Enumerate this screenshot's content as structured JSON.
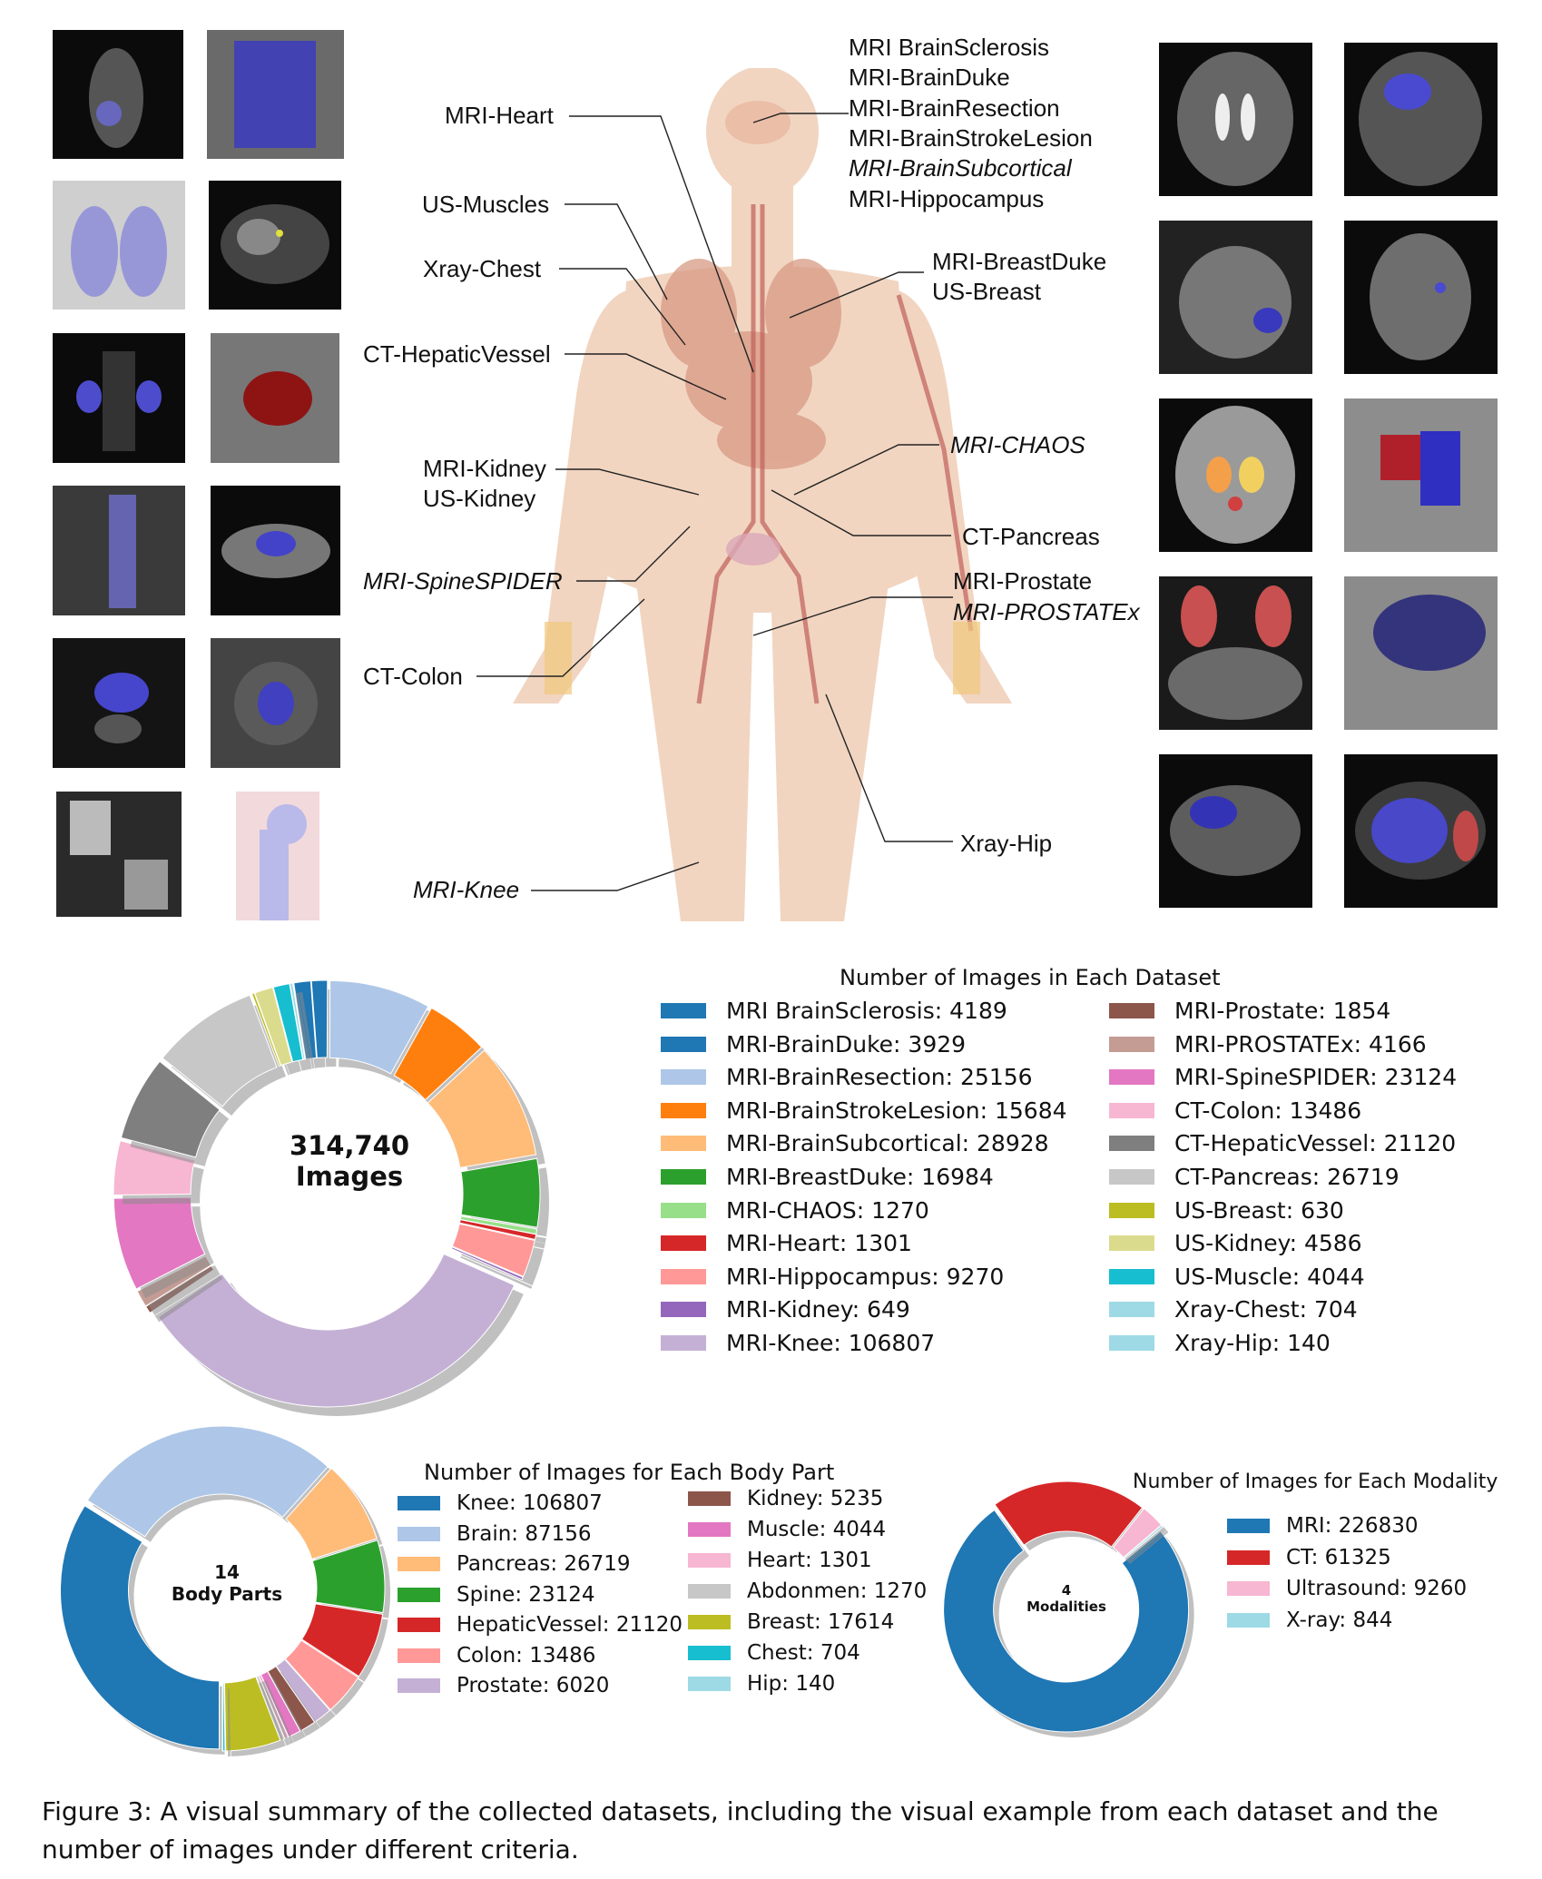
{
  "anatomy": {
    "labels": {
      "brain_sclerosis": "MRI BrainSclerosis",
      "brain_duke": "MRI-BrainDuke",
      "brain_resection": "MRI-BrainResection",
      "brain_stroke": "MRI-BrainStrokeLesion",
      "brain_subcortical": "MRI-BrainSubcortical",
      "hippocampus": "MRI-Hippocampus",
      "heart": "MRI-Heart",
      "us_muscles": "US-Muscles",
      "xray_chest": "Xray-Chest",
      "breast_duke": "MRI-BreastDuke",
      "us_breast": "US-Breast",
      "hepatic_vessel": "CT-HepaticVessel",
      "chaos": "MRI-CHAOS",
      "mri_kidney": "MRI-Kidney",
      "us_kidney": "US-Kidney",
      "pancreas": "CT-Pancreas",
      "spine_spider": "MRI-SpineSPIDER",
      "prostate": "MRI-Prostate",
      "prostatex": "MRI-PROSTATEx",
      "colon": "CT-Colon",
      "hip": "Xray-Hip",
      "knee": "MRI-Knee"
    }
  },
  "datasets_chart": {
    "title": "Number of Images in Each Dataset",
    "center_number": "314,740",
    "center_label": "Images"
  },
  "body_parts_chart": {
    "title": "Number of Images for Each Body Part",
    "center_number": "14",
    "center_label": "Body Parts"
  },
  "modality_chart": {
    "title": "Number of Images for Each Modality",
    "center_number": "4",
    "center_label": "Modalities"
  },
  "caption": "Figure 3: A visual summary of the collected datasets, including the visual example from each dataset and the number of images under different criteria.",
  "chart_data": [
    {
      "type": "pie",
      "title": "Number of Images in Each Dataset",
      "categories": [
        "MRI BrainSclerosis",
        "MRI-BrainDuke",
        "MRI-BrainResection",
        "MRI-BrainStrokeLesion",
        "MRI-BrainSubcortical",
        "MRI-BreastDuke",
        "MRI-CHAOS",
        "MRI-Heart",
        "MRI-Hippocampus",
        "MRI-Kidney",
        "MRI-Knee",
        "MRI-Prostate",
        "MRI-PROSTATEx",
        "MRI-SpineSPIDER",
        "CT-Colon",
        "CT-HepaticVessel",
        "CT-Pancreas",
        "US-Breast",
        "US-Kidney",
        "US-Muscle",
        "Xray-Chest",
        "Xray-Hip"
      ],
      "values": [
        4189,
        3929,
        25156,
        15684,
        28928,
        16984,
        1270,
        1301,
        9270,
        649,
        106807,
        1854,
        4166,
        23124,
        13486,
        21120,
        26719,
        630,
        4586,
        4044,
        704,
        140
      ],
      "colors": [
        "#1f77b4",
        "#1f77b4",
        "#aec7e8",
        "#ff7f0e",
        "#ffbb78",
        "#2ca02c",
        "#98df8a",
        "#d62728",
        "#ff9896",
        "#9467bd",
        "#c5b0d5",
        "#8c564b",
        "#c49c94",
        "#e377c2",
        "#f7b6d2",
        "#7f7f7f",
        "#c7c7c7",
        "#bcbd22",
        "#dbdb8d",
        "#17becf",
        "#9edae5",
        "#9edae5"
      ],
      "legend_labels": [
        "MRI BrainSclerosis: 4189",
        "MRI-BrainDuke: 3929",
        "MRI-BrainResection: 25156",
        "MRI-BrainStrokeLesion: 15684",
        "MRI-BrainSubcortical: 28928",
        "MRI-BreastDuke: 16984",
        "MRI-CHAOS: 1270",
        "MRI-Heart: 1301",
        "MRI-Hippocampus: 9270",
        "MRI-Kidney: 649",
        "MRI-Knee: 106807",
        "MRI-Prostate: 1854",
        "MRI-PROSTATEx: 4166",
        "MRI-SpineSPIDER: 23124",
        "CT-Colon: 13486",
        "CT-HepaticVessel: 21120",
        "CT-Pancreas: 26719",
        "US-Breast: 630",
        "US-Kidney: 4586",
        "US-Muscle: 4044",
        "Xray-Chest: 704",
        "Xray-Hip: 140"
      ]
    },
    {
      "type": "pie",
      "title": "Number of Images for Each Body Part",
      "categories": [
        "Knee",
        "Brain",
        "Pancreas",
        "Spine",
        "HepaticVessel",
        "Colon",
        "Prostate",
        "Kidney",
        "Muscle",
        "Heart",
        "Abdonmen",
        "Breast",
        "Chest",
        "Hip"
      ],
      "values": [
        106807,
        87156,
        26719,
        23124,
        21120,
        13486,
        6020,
        5235,
        4044,
        1301,
        1270,
        17614,
        704,
        140
      ],
      "colors": [
        "#1f77b4",
        "#aec7e8",
        "#ffbb78",
        "#2ca02c",
        "#d62728",
        "#ff9896",
        "#c5b0d5",
        "#8c564b",
        "#e377c2",
        "#f7b6d2",
        "#c7c7c7",
        "#bcbd22",
        "#17becf",
        "#9edae5"
      ],
      "legend_labels": [
        "Knee: 106807",
        "Brain: 87156",
        "Pancreas: 26719",
        "Spine: 23124",
        "HepaticVessel: 21120",
        "Colon: 13486",
        "Prostate: 6020",
        "Kidney: 5235",
        "Muscle: 4044",
        "Heart: 1301",
        "Abdonmen: 1270",
        "Breast: 17614",
        "Chest: 704",
        "Hip: 140"
      ]
    },
    {
      "type": "pie",
      "title": "Number of Images for Each Modality",
      "categories": [
        "MRI",
        "CT",
        "Ultrasound",
        "X-ray"
      ],
      "values": [
        226830,
        61325,
        9260,
        844
      ],
      "colors": [
        "#1f77b4",
        "#d62728",
        "#f7b6d2",
        "#9edae5"
      ],
      "legend_labels": [
        "MRI: 226830",
        "CT: 61325",
        "Ultrasound: 9260",
        "X-ray: 844"
      ]
    }
  ]
}
